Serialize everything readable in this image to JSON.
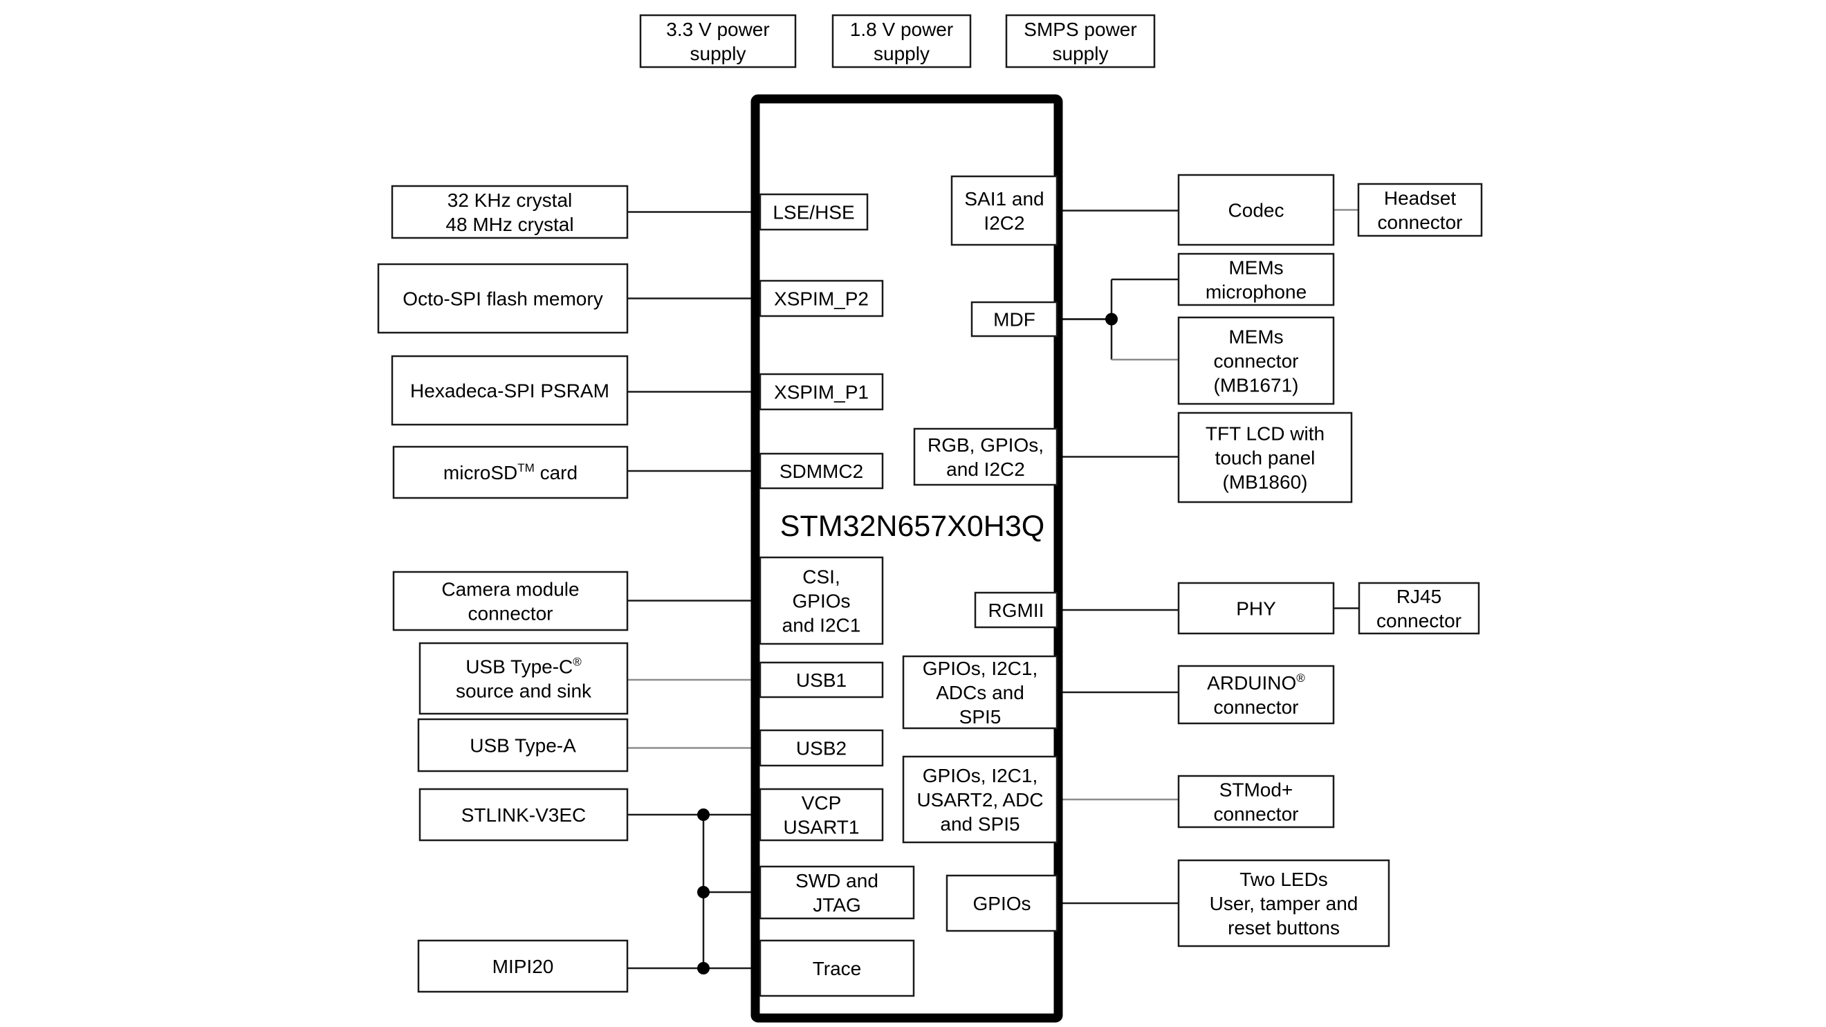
{
  "diagram": {
    "type": "block-diagram",
    "mcu": {
      "id": "mcu",
      "label": "STM32N657X0H3Q"
    },
    "power_supplies": [
      {
        "id": "pwr33",
        "lines": [
          "3.3 V power",
          "supply"
        ]
      },
      {
        "id": "pwr18",
        "lines": [
          "1.8 V power",
          "supply"
        ]
      },
      {
        "id": "smps",
        "lines": [
          "SMPS power",
          "supply"
        ]
      }
    ],
    "internal_blocks": [
      {
        "id": "lse_hse",
        "lines": [
          "LSE/HSE"
        ],
        "side": "left"
      },
      {
        "id": "xspim_p2",
        "lines": [
          "XSPIM_P2"
        ],
        "side": "left"
      },
      {
        "id": "xspim_p1",
        "lines": [
          "XSPIM_P1"
        ],
        "side": "left"
      },
      {
        "id": "sdmmc2",
        "lines": [
          "SDMMC2"
        ],
        "side": "left"
      },
      {
        "id": "csi",
        "lines": [
          "CSI,",
          "GPIOs",
          "and I2C1"
        ],
        "side": "left"
      },
      {
        "id": "usb1",
        "lines": [
          "USB1"
        ],
        "side": "left"
      },
      {
        "id": "usb2",
        "lines": [
          "USB2"
        ],
        "side": "left"
      },
      {
        "id": "vcp",
        "lines": [
          "VCP",
          "USART1"
        ],
        "side": "left"
      },
      {
        "id": "swd",
        "lines": [
          "SWD and",
          "JTAG"
        ],
        "side": "left"
      },
      {
        "id": "trace",
        "lines": [
          "Trace"
        ],
        "side": "left"
      },
      {
        "id": "sai1",
        "lines": [
          "SAI1 and",
          "I2C2"
        ],
        "side": "right"
      },
      {
        "id": "mdf",
        "lines": [
          "MDF"
        ],
        "side": "right"
      },
      {
        "id": "rgb",
        "lines": [
          "RGB, GPIOs,",
          "and I2C2"
        ],
        "side": "right"
      },
      {
        "id": "rgmii",
        "lines": [
          "RGMII"
        ],
        "side": "right"
      },
      {
        "id": "gpio_ard",
        "lines": [
          "GPIOs, I2C1,",
          "ADCs and",
          "SPI5"
        ],
        "side": "right"
      },
      {
        "id": "gpio_stmod",
        "lines": [
          "GPIOs, I2C1,",
          "USART2, ADC",
          "and SPI5"
        ],
        "side": "right"
      },
      {
        "id": "gpios",
        "lines": [
          "GPIOs"
        ],
        "side": "right"
      }
    ],
    "external_blocks": [
      {
        "id": "crystal",
        "lines": [
          "32 KHz crystal",
          "48 MHz crystal"
        ]
      },
      {
        "id": "octo",
        "lines": [
          "Octo-SPI flash memory"
        ]
      },
      {
        "id": "hexa",
        "lines": [
          "Hexadeca-SPI PSRAM"
        ]
      },
      {
        "id": "microsd",
        "lines": [
          "microSD"
        ],
        "sup": "TM",
        "tail": " card"
      },
      {
        "id": "camera",
        "lines": [
          "Camera module",
          "connector"
        ]
      },
      {
        "id": "usbc",
        "lines": [
          "USB Type-C",
          "source and sink"
        ],
        "sup_line0": "®"
      },
      {
        "id": "usba",
        "lines": [
          "USB Type-A"
        ]
      },
      {
        "id": "stlink",
        "lines": [
          "STLINK-V3EC"
        ]
      },
      {
        "id": "mipi20",
        "lines": [
          "MIPI20"
        ]
      },
      {
        "id": "codec",
        "lines": [
          "Codec"
        ]
      },
      {
        "id": "headset",
        "lines": [
          "Headset",
          "connector"
        ]
      },
      {
        "id": "mems_mic",
        "lines": [
          "MEMs",
          "microphone"
        ]
      },
      {
        "id": "mems_conn",
        "lines": [
          "MEMs",
          "connector",
          "(MB1671)"
        ]
      },
      {
        "id": "tft",
        "lines": [
          "TFT LCD with",
          "touch panel",
          "(MB1860)"
        ]
      },
      {
        "id": "phy",
        "lines": [
          "PHY"
        ]
      },
      {
        "id": "rj45",
        "lines": [
          "RJ45",
          "connector"
        ]
      },
      {
        "id": "arduino",
        "lines": [
          "ARDUINO",
          "connector"
        ],
        "sup_line0": "®"
      },
      {
        "id": "stmod",
        "lines": [
          "STMod+",
          "connector"
        ]
      },
      {
        "id": "leds",
        "lines": [
          "Two LEDs",
          "User, tamper and",
          "reset buttons"
        ]
      }
    ],
    "connections": [
      {
        "from": "crystal",
        "to": "lse_hse"
      },
      {
        "from": "octo",
        "to": "xspim_p2"
      },
      {
        "from": "hexa",
        "to": "xspim_p1"
      },
      {
        "from": "microsd",
        "to": "sdmmc2"
      },
      {
        "from": "camera",
        "to": "csi"
      },
      {
        "from": "usbc",
        "to": "usb1",
        "style": "light"
      },
      {
        "from": "usba",
        "to": "usb2",
        "style": "light"
      },
      {
        "from": "stlink",
        "to": "vcp",
        "junction": true
      },
      {
        "from": "stlink",
        "to": "swd",
        "via": "debug-bus"
      },
      {
        "from": "mipi20",
        "to": "trace",
        "junction": true
      },
      {
        "from": "mipi20",
        "to": "swd",
        "via": "debug-bus"
      },
      {
        "from": "sai1",
        "to": "codec"
      },
      {
        "from": "codec",
        "to": "headset",
        "style": "light"
      },
      {
        "from": "mdf",
        "to": "mems_mic",
        "junction": true
      },
      {
        "from": "mdf",
        "to": "mems_conn",
        "junction": true
      },
      {
        "from": "rgb",
        "to": "tft"
      },
      {
        "from": "rgmii",
        "to": "phy"
      },
      {
        "from": "phy",
        "to": "rj45"
      },
      {
        "from": "gpio_ard",
        "to": "arduino"
      },
      {
        "from": "gpio_stmod",
        "to": "stmod",
        "style": "light"
      },
      {
        "from": "gpios",
        "to": "leds"
      }
    ]
  }
}
